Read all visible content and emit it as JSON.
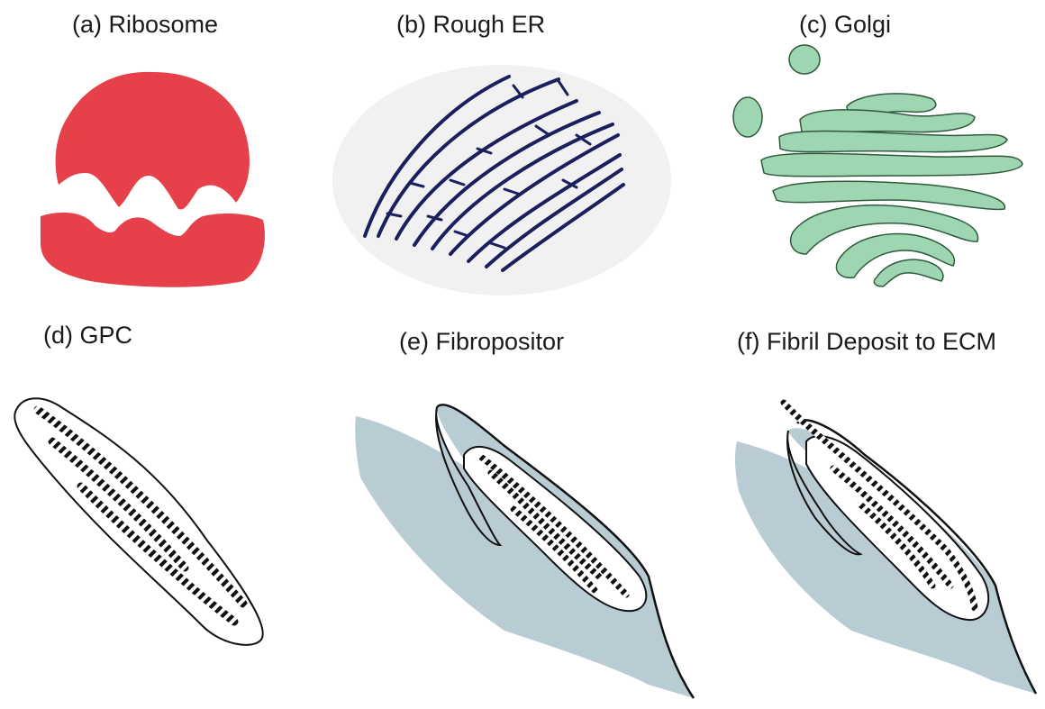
{
  "panels": [
    {
      "id": "a",
      "label": "(a) Ribosome",
      "fill": "#e6414a"
    },
    {
      "id": "b",
      "label": "(b) Rough ER",
      "fill": "#1c1f5e",
      "background": "#f1f1f2"
    },
    {
      "id": "c",
      "label": "(c) Golgi",
      "fill": "#9fd6b2",
      "stroke": "#2f5a3d"
    },
    {
      "id": "d",
      "label": "(d) GPC",
      "fill": "#ffffff",
      "stroke": "#111111"
    },
    {
      "id": "e",
      "label": "(e) Fibropositor",
      "fill": "#b9ccd3",
      "stroke": "#111111"
    },
    {
      "id": "f",
      "label": "(f) Fibril Deposit to ECM",
      "fill": "#b9ccd3",
      "stroke": "#111111"
    }
  ]
}
